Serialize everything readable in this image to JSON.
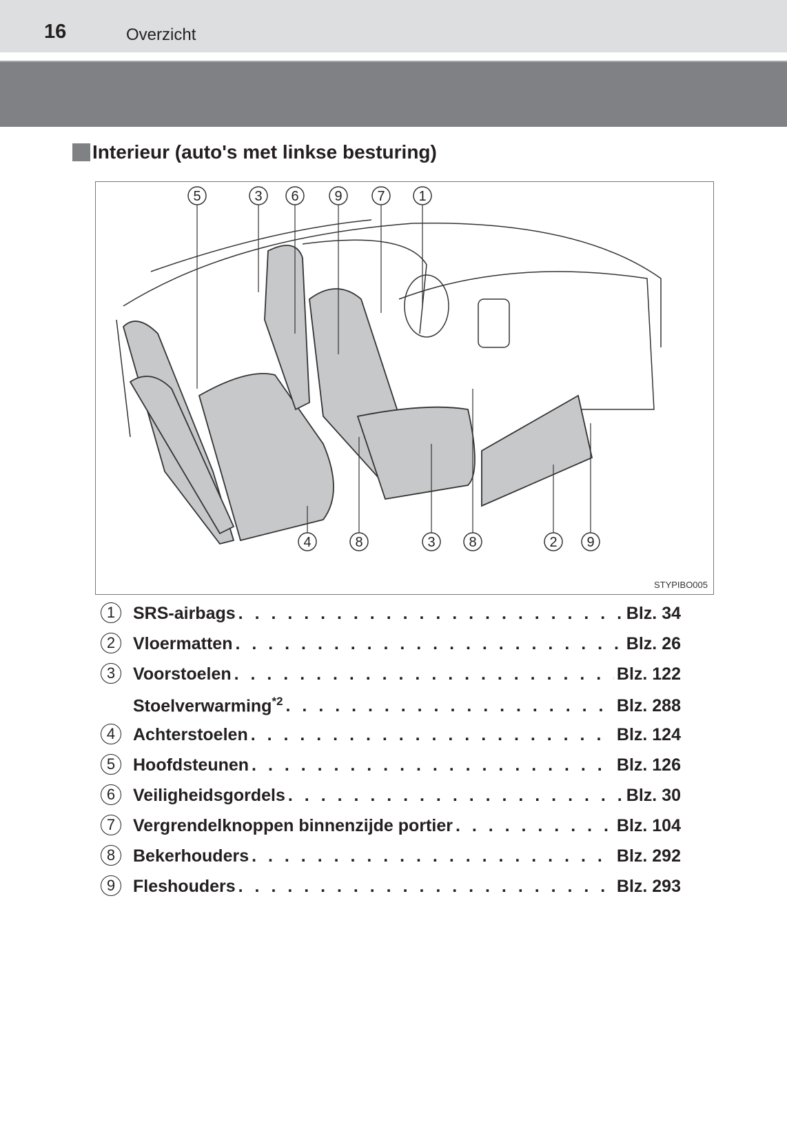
{
  "header": {
    "page_number": "16",
    "section": "Overzicht"
  },
  "title": "Interieur (auto's met linkse besturing)",
  "figure": {
    "code": "STYPIBO005",
    "top_callouts": [
      "5",
      "3",
      "6",
      "9",
      "7",
      "1"
    ],
    "bottom_callouts": [
      "4",
      "8",
      "3",
      "8",
      "2",
      "9"
    ]
  },
  "items": [
    {
      "num": "1",
      "label": "SRS-airbags",
      "sup": "",
      "page": "Blz. 34"
    },
    {
      "num": "2",
      "label": "Vloermatten",
      "sup": "",
      "page": "Blz. 26"
    },
    {
      "num": "3",
      "label": "Voorstoelen",
      "sup": "",
      "page": "Blz. 122"
    },
    {
      "num": "",
      "label": "Stoelverwarming",
      "sup": "*2",
      "page": "Blz. 288"
    },
    {
      "num": "4",
      "label": "Achterstoelen",
      "sup": "",
      "page": "Blz. 124"
    },
    {
      "num": "5",
      "label": "Hoofdsteunen",
      "sup": "",
      "page": "Blz. 126"
    },
    {
      "num": "6",
      "label": "Veiligheidsgordels",
      "sup": "",
      "page": "Blz. 30"
    },
    {
      "num": "7",
      "label": "Vergrendelknoppen binnenzijde portier",
      "sup": "",
      "page": "Blz. 104"
    },
    {
      "num": "8",
      "label": "Bekerhouders",
      "sup": "",
      "page": "Blz. 292"
    },
    {
      "num": "9",
      "label": "Fleshouders",
      "sup": "",
      "page": "Blz. 293"
    }
  ]
}
